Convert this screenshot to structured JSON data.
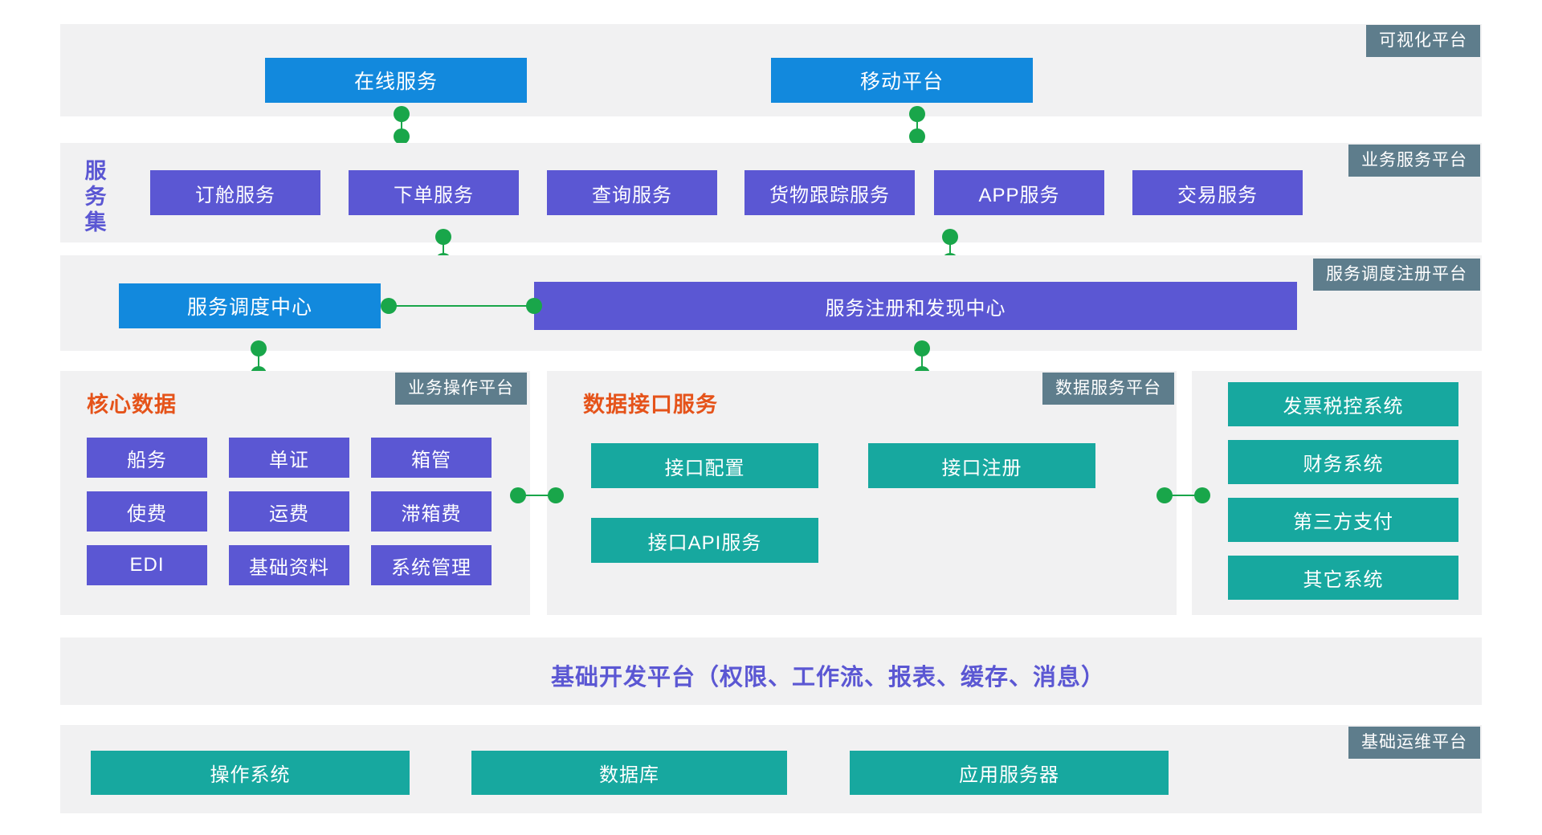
{
  "colors": {
    "blue": "#1289dd",
    "purple": "#5b57d3",
    "teal": "#17a89f",
    "slate": "#5e7d8c",
    "orange": "#e5531a",
    "green": "#19a64a",
    "band": "#f1f1f2"
  },
  "visualization_platform": {
    "tag": "可视化平台",
    "online_service": "在线服务",
    "mobile_platform": "移动平台"
  },
  "business_service_platform": {
    "tag": "业务服务平台",
    "group_label": "服务集",
    "services": [
      "订舱服务",
      "下单服务",
      "查询服务",
      "货物跟踪服务",
      "APP服务",
      "交易服务"
    ]
  },
  "service_dispatch_platform": {
    "tag": "服务调度注册平台",
    "dispatch_center": "服务调度中心",
    "registry_center": "服务注册和发现中心"
  },
  "business_operation_platform": {
    "tag": "业务操作平台",
    "heading": "核心数据",
    "modules": [
      "船务",
      "单证",
      "箱管",
      "使费",
      "运费",
      "滞箱费",
      "EDI",
      "基础资料",
      "系统管理"
    ]
  },
  "data_service_platform": {
    "tag": "数据服务平台",
    "heading": "数据接口服务",
    "modules": [
      "接口配置",
      "接口注册",
      "接口API服务"
    ]
  },
  "external_systems": {
    "systems": [
      "发票税控系统",
      "财务系统",
      "第三方支付",
      "其它系统"
    ]
  },
  "base_dev_platform": {
    "text": "基础开发平台（权限、工作流、报表、缓存、消息）"
  },
  "base_ops_platform": {
    "tag": "基础运维平台",
    "modules": [
      "操作系统",
      "数据库",
      "应用服务器"
    ]
  }
}
